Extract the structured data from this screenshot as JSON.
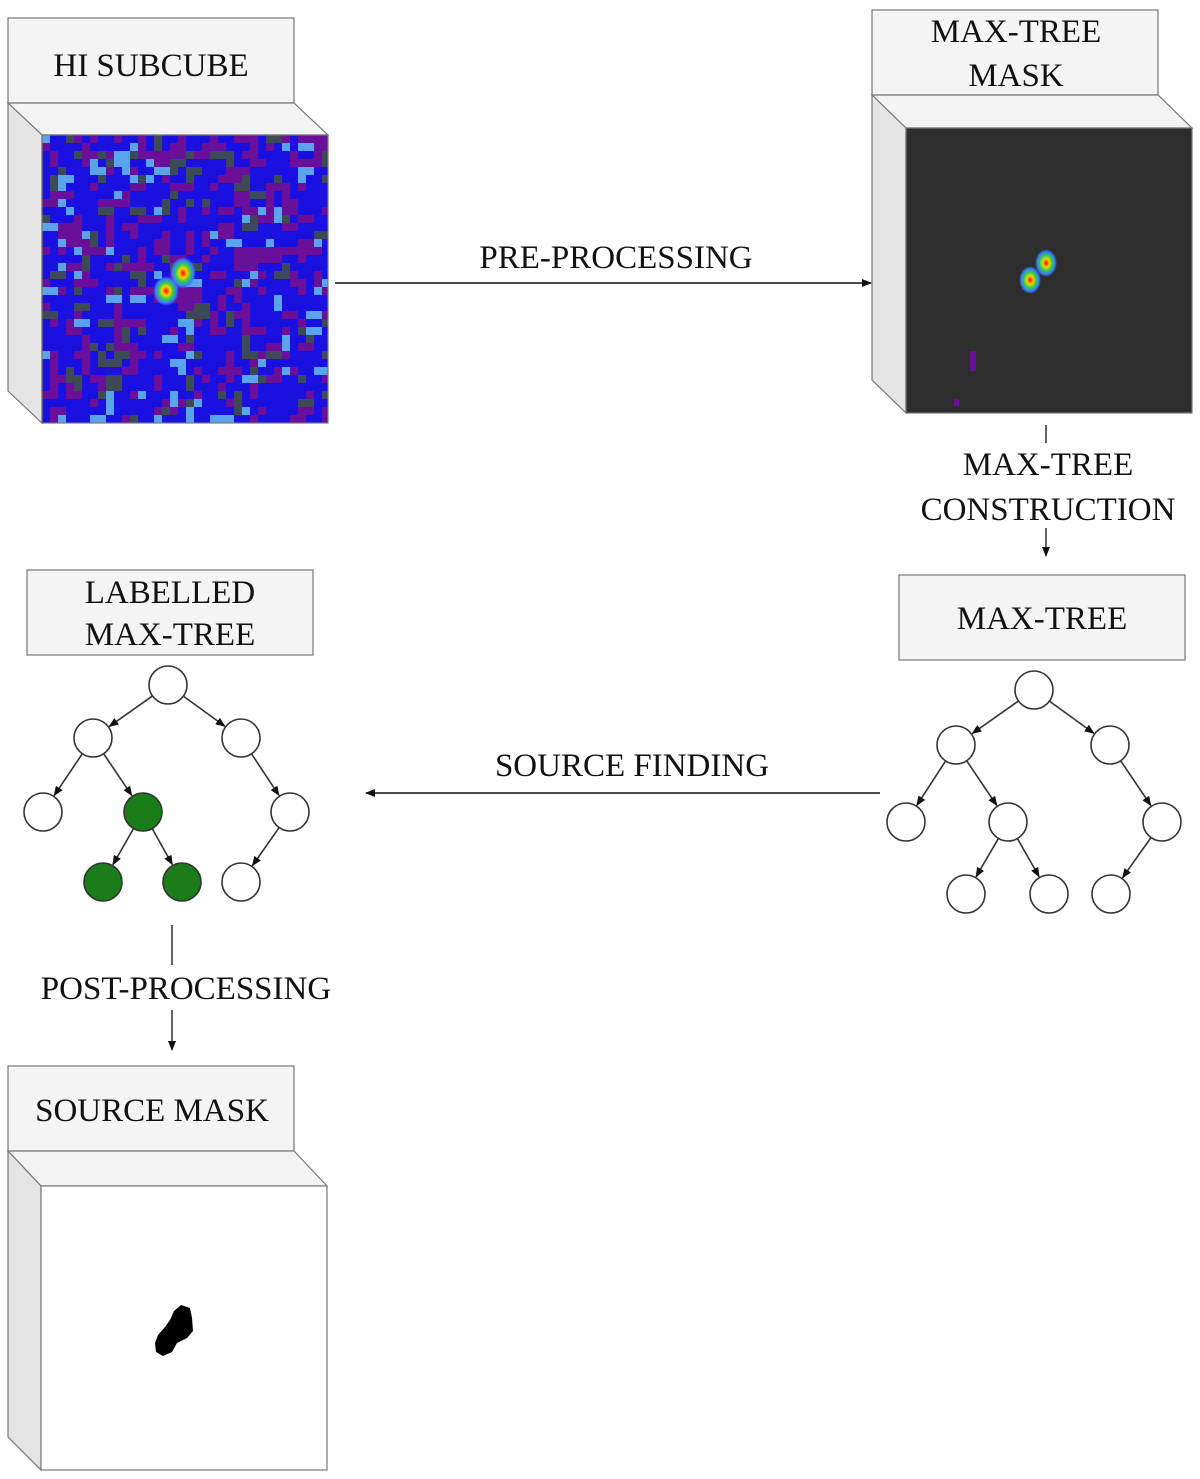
{
  "labels": {
    "hi_subcube": "HI SUBCUBE",
    "maxtree_mask_line1": "MAX-TREE",
    "maxtree_mask_line2": "MASK",
    "labelled_line1": "LABELLED",
    "labelled_line2": "MAX-TREE",
    "maxtree": "MAX-TREE",
    "source_mask": "SOURCE MASK"
  },
  "steps": {
    "pre_processing": "PRE-PROCESSING",
    "construction_line1": "MAX-TREE",
    "construction_line2": "CONSTRUCTION",
    "source_finding": "SOURCE FINDING",
    "post_processing": "POST-PROCESSING"
  },
  "colors": {
    "cube_side": "#e4e4e4",
    "cube_top": "#f3f3f3",
    "label_box": "#f4f4f4",
    "noise_purple": "#6a0f9a",
    "noise_blue": "#1a10e0",
    "noise_light": "#5aa4ee",
    "noise_dark": "#3d4a55",
    "mask_background": "#2d2d2d",
    "selected_node": "#1a7d1a",
    "node": "#ffffff",
    "source_blob": "#000000"
  }
}
